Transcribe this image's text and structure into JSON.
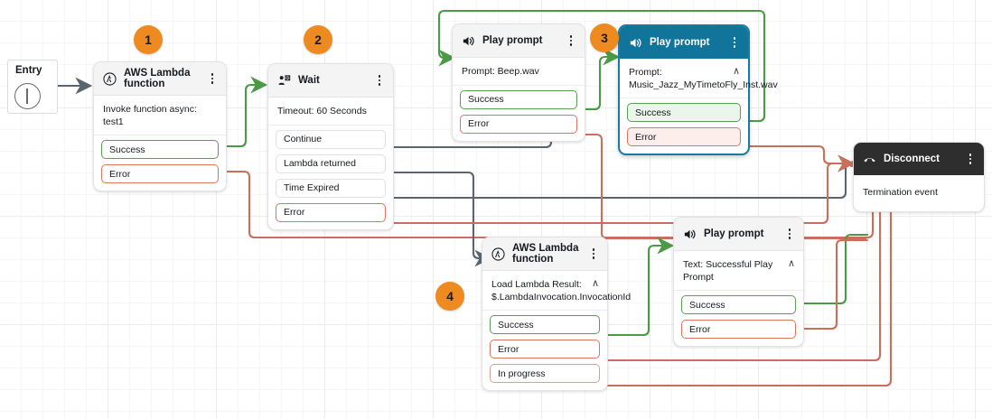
{
  "canvas": {
    "entry": {
      "label": "Entry",
      "icon": "entry-point-icon"
    }
  },
  "badges": [
    {
      "id": 1,
      "label": "1"
    },
    {
      "id": 2,
      "label": "2"
    },
    {
      "id": 3,
      "label": "3"
    },
    {
      "id": 4,
      "label": "4"
    }
  ],
  "nodes": {
    "lambda1": {
      "title": "AWS Lambda function",
      "icon": "aws-lambda-icon",
      "body": "Invoke function async: test1",
      "ports": [
        {
          "label": "Success",
          "kind": "ok"
        },
        {
          "label": "Error",
          "kind": "err"
        }
      ]
    },
    "wait": {
      "title": "Wait",
      "icon": "wait-person-clock-icon",
      "body": "Timeout: 60 Seconds",
      "ports": [
        {
          "label": "Continue",
          "kind": "plain"
        },
        {
          "label": "Lambda returned",
          "kind": "plain"
        },
        {
          "label": "Time Expired",
          "kind": "plain"
        },
        {
          "label": "Error",
          "kind": "err"
        }
      ]
    },
    "playBeep": {
      "title": "Play prompt",
      "icon": "speaker-icon",
      "body": "Prompt: Beep.wav",
      "ports": [
        {
          "label": "Success",
          "kind": "ok"
        },
        {
          "label": "Error",
          "kind": "err"
        }
      ]
    },
    "playMusic": {
      "title": "Play prompt",
      "icon": "speaker-icon",
      "body": "Prompt: Music_Jazz_MyTimetoFly_Inst.wav",
      "caret": "∧",
      "selected": true,
      "ports": [
        {
          "label": "Success",
          "kind": "ok"
        },
        {
          "label": "Error",
          "kind": "err"
        }
      ]
    },
    "lambda2": {
      "title": "AWS Lambda function",
      "icon": "aws-lambda-icon",
      "body": "Load Lambda Result: $.LambdaInvocation.InvocationId",
      "caret": "∧",
      "ports": [
        {
          "label": "Success",
          "kind": "ok"
        },
        {
          "label": "Error",
          "kind": "err"
        },
        {
          "label": "In progress",
          "kind": "prog"
        }
      ]
    },
    "playText": {
      "title": "Play prompt",
      "icon": "speaker-icon",
      "body": "Text: Successful Play Prompt",
      "caret": "∧",
      "ports": [
        {
          "label": "Success",
          "kind": "ok"
        },
        {
          "label": "Error",
          "kind": "err"
        }
      ]
    },
    "disconnect": {
      "title": "Disconnect",
      "icon": "phone-hangup-icon",
      "body": "Termination event",
      "dark": true,
      "ports": []
    }
  },
  "colors": {
    "success_wire": "#4a9a46",
    "error_wire": "#c8705b",
    "neutral_wire": "#5b6570",
    "badge": "#ed8b21",
    "selected_header": "#10749b",
    "dark_header": "#2e2e2e"
  }
}
